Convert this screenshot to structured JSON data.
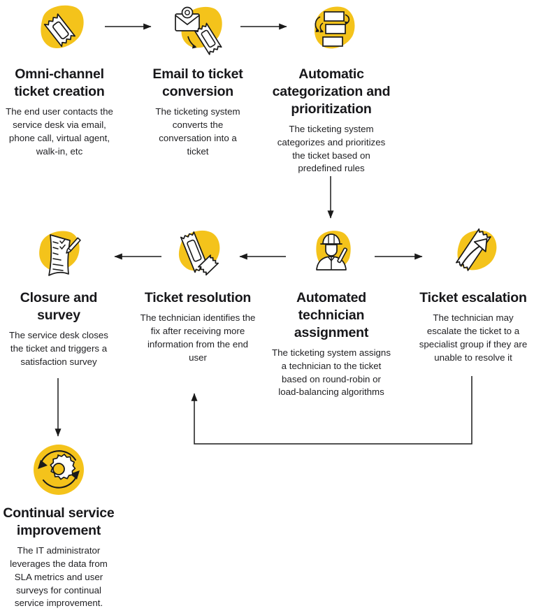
{
  "diagram": {
    "title": "IT service desk ticket lifecycle workflow",
    "accent_color": "#F4C31B",
    "line_color": "#1a1a1a",
    "text_color": "#17171a",
    "background": "#ffffff"
  },
  "nodes": [
    {
      "id": "omni-channel-ticket-creation",
      "icon": "ticket-icon",
      "title": "Omni-channel\nticket creation",
      "title_lines": [
        "Omni-channel",
        "ticket creation"
      ],
      "description": "The end user contacts the service desk via email, phone call, virtual agent, walk-in, etc"
    },
    {
      "id": "email-to-ticket-conversion",
      "icon": "email-to-ticket-icon",
      "title": "Email to ticket\nconversion",
      "title_lines": [
        "Email to ticket",
        "conversion"
      ],
      "description": "The ticketing system converts the conversation into a ticket"
    },
    {
      "id": "automatic-categorization-and-prioritization",
      "icon": "categorization-icon",
      "title": "Automatic categorization and prioritization",
      "title_lines": [
        "Automatic",
        "categorization",
        "and prioritization"
      ],
      "description": "The ticketing system categorizes and prioritizes the ticket based on predefined rules"
    },
    {
      "id": "automated-technician-assignment",
      "icon": "technician-icon",
      "title": "Automated technician assignment",
      "title_lines": [
        "Automated",
        "technician",
        "assignment"
      ],
      "description": "The ticketing system assigns a technician to the ticket based on round-robin or load-balancing algorithms"
    },
    {
      "id": "ticket-escalation",
      "icon": "escalation-icon",
      "title": "Ticket escalation",
      "title_lines": [
        "Ticket escalation"
      ],
      "description": "The technician may escalate the ticket to a specialist group if they are unable to resolve it"
    },
    {
      "id": "ticket-resolution",
      "icon": "ticket-resolution-icon",
      "title": "Ticket resolution",
      "title_lines": [
        "Ticket",
        "resolution"
      ],
      "description": "The technician identifies the fix after receiving more information from the end user"
    },
    {
      "id": "closure-and-survey",
      "icon": "clipboard-pencil-icon",
      "title": "Closure and survey",
      "title_lines": [
        "Closure",
        "and survey"
      ],
      "description": "The service desk closes the ticket and triggers a satisfaction survey"
    },
    {
      "id": "continual-service-improvement",
      "icon": "gear-cycle-icon",
      "title": "Continual service improvement",
      "title_lines": [
        "Continual service",
        "improvement"
      ],
      "description": "The IT administrator leverages the data from SLA metrics and user surveys for continual service improvement."
    }
  ],
  "connectors": [
    {
      "id": "creation-to-email",
      "from": "omni-channel-ticket-creation",
      "to": "email-to-ticket-conversion",
      "direction": "right"
    },
    {
      "id": "email-to-categorization",
      "from": "email-to-ticket-conversion",
      "to": "automatic-categorization-and-prioritization",
      "direction": "right"
    },
    {
      "id": "categorization-to-assignment",
      "from": "automatic-categorization-and-prioritization",
      "to": "automated-technician-assignment",
      "direction": "down"
    },
    {
      "id": "assignment-to-escalation",
      "from": "automated-technician-assignment",
      "to": "ticket-escalation",
      "direction": "right"
    },
    {
      "id": "assignment-to-resolution",
      "from": "automated-technician-assignment",
      "to": "ticket-resolution",
      "direction": "left"
    },
    {
      "id": "resolution-to-closure",
      "from": "ticket-resolution",
      "to": "closure-and-survey",
      "direction": "left"
    },
    {
      "id": "closure-to-improvement",
      "from": "closure-and-survey",
      "to": "continual-service-improvement",
      "direction": "down"
    },
    {
      "id": "escalation-back-to-resolution",
      "from": "ticket-escalation",
      "to": "ticket-resolution",
      "direction": "loop-up"
    }
  ]
}
